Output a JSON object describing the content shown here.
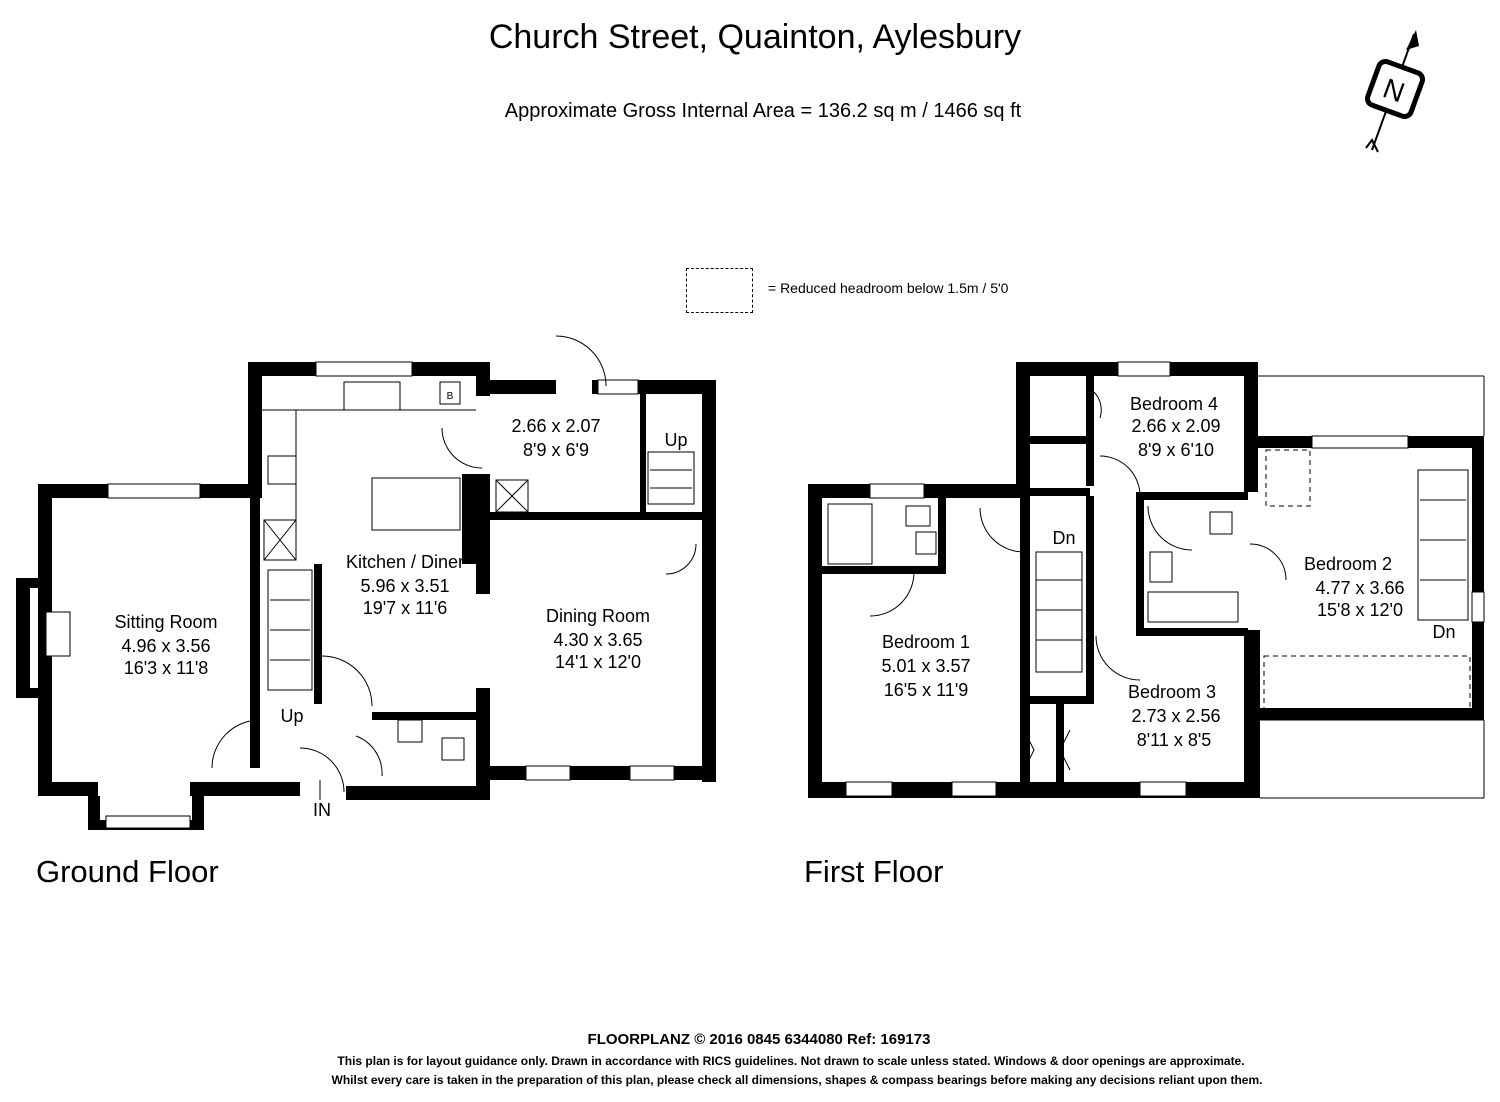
{
  "header": {
    "title": "Church Street, Quainton, Aylesbury",
    "area": "Approximate Gross Internal Area = 136.2 sq m / 1466 sq ft"
  },
  "compass": {
    "letter": "N"
  },
  "legend": {
    "text": "= Reduced headroom below 1.5m / 5'0"
  },
  "ground_floor": {
    "label": "Ground Floor",
    "rooms": {
      "sitting": {
        "name": "Sitting Room",
        "metric": "4.96 x 3.56",
        "imperial": "16'3 x 11'8"
      },
      "kitchen": {
        "name": "Kitchen / Diner",
        "metric": "5.96 x 3.51",
        "imperial": "19'7 x 11'6"
      },
      "dining": {
        "name": "Dining Room",
        "metric": "4.30 x 3.65",
        "imperial": "14'1 x 12'0"
      },
      "utility": {
        "metric": "2.66 x 2.07",
        "imperial": "8'9 x 6'9"
      }
    },
    "stairs_up_1": "Up",
    "stairs_up_2": "Up",
    "entrance": "IN",
    "boiler": "B"
  },
  "first_floor": {
    "label": "First Floor",
    "rooms": {
      "bed1": {
        "name": "Bedroom 1",
        "metric": "5.01 x 3.57",
        "imperial": "16'5 x 11'9"
      },
      "bed2": {
        "name": "Bedroom 2",
        "metric": "4.77 x 3.66",
        "imperial": "15'8 x 12'0"
      },
      "bed3": {
        "name": "Bedroom 3",
        "metric": "2.73 x 2.56",
        "imperial": "8'11 x 8'5"
      },
      "bed4": {
        "name": "Bedroom 4",
        "metric": "2.66 x 2.09",
        "imperial": "8'9 x 6'10"
      }
    },
    "stairs_dn_1": "Dn",
    "stairs_dn_2": "Dn"
  },
  "footer": {
    "line1": "FLOORPLANZ © 2016    0845 6344080    Ref: 169173",
    "line2": "This plan is for layout guidance only. Drawn in accordance with RICS guidelines. Not drawn to scale unless stated. Windows & door openings are approximate.",
    "line3": "Whilst every care is taken in the preparation of this plan, please check all dimensions, shapes & compass bearings before making any decisions reliant upon them."
  }
}
